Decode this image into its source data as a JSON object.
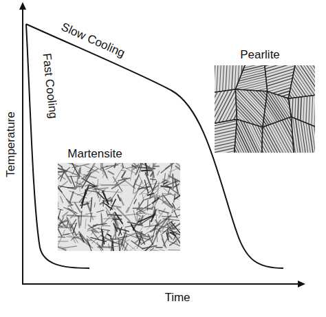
{
  "diagram": {
    "labels": [
      "Temperature",
      "Time",
      "Fast Cooling",
      "Slow Cooling",
      "Martensite",
      "Pearlite"
    ]
  }
}
